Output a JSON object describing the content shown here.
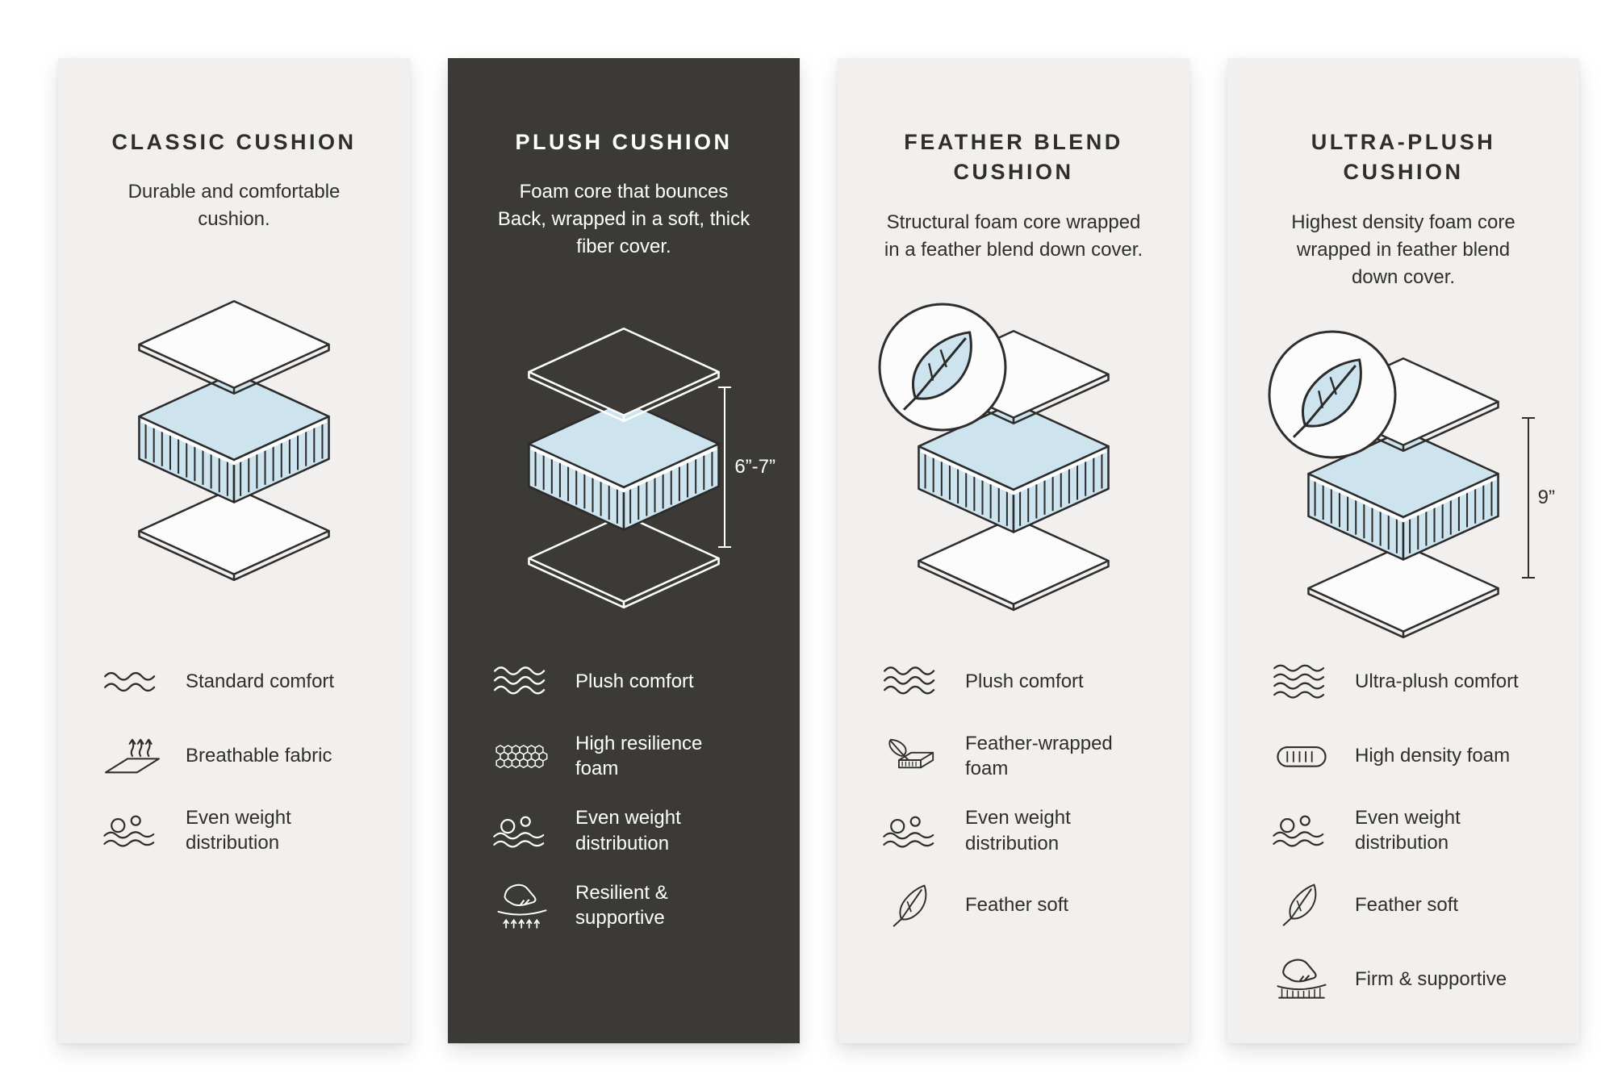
{
  "page": {
    "title": "Cushion comparison chart"
  },
  "colors": {
    "page_background": "#ffffff",
    "card_light_background": "#f1f0ee",
    "card_dark_background": "#3b3a37",
    "foam_blue": "#cde4ef",
    "text_dark": "#2f2e2c",
    "text_light": "#ffffff"
  },
  "cards": [
    {
      "title": "CLASSIC CUSHION",
      "description": "Durable and comfortable cushion.",
      "diagram": {
        "icon": "cushion-layers-icon"
      },
      "features": [
        {
          "icon": "comfort-wave-icon",
          "label": "Standard comfort"
        },
        {
          "icon": "breathable-fabric-icon",
          "label": "Breathable fabric"
        },
        {
          "icon": "even-weight-icon",
          "label": "Even weight distribution"
        }
      ]
    },
    {
      "title": "PLUSH CUSHION",
      "description": "Foam core that bounces Back, wrapped in a soft, thick fiber cover.",
      "diagram": {
        "icon": "cushion-layers-icon",
        "dimension_label": "6”-7”"
      },
      "features": [
        {
          "icon": "comfort-wave-icon",
          "label": "Plush comfort"
        },
        {
          "icon": "resilience-foam-icon",
          "label": "High resilience foam"
        },
        {
          "icon": "even-weight-icon",
          "label": "Even weight distribution"
        },
        {
          "icon": "resilient-supportive-icon",
          "label": "Resilient & supportive"
        }
      ]
    },
    {
      "title": "FEATHER BLEND CUSHION",
      "description": "Structural foam core wrapped in a feather blend down cover.",
      "diagram": {
        "icon": "cushion-layers-icon",
        "badge_icon": "feather-circle-icon"
      },
      "features": [
        {
          "icon": "comfort-wave-icon",
          "label": "Plush comfort"
        },
        {
          "icon": "feather-wrapped-foam-icon",
          "label": "Feather-wrapped foam"
        },
        {
          "icon": "even-weight-icon",
          "label": "Even weight distribution"
        },
        {
          "icon": "feather-soft-icon",
          "label": "Feather soft"
        }
      ]
    },
    {
      "title": "ULTRA-PLUSH CUSHION",
      "description": "Highest density foam core wrapped in feather blend down cover.",
      "diagram": {
        "icon": "cushion-layers-icon",
        "badge_icon": "feather-circle-icon",
        "dimension_label": "9”"
      },
      "features": [
        {
          "icon": "comfort-wave-icon",
          "label": "Ultra-plush comfort"
        },
        {
          "icon": "high-density-foam-icon",
          "label": "High density foam"
        },
        {
          "icon": "even-weight-icon",
          "label": "Even weight distribution"
        },
        {
          "icon": "feather-soft-icon",
          "label": "Feather soft"
        },
        {
          "icon": "firm-supportive-icon",
          "label": "Firm & supportive"
        }
      ]
    }
  ]
}
